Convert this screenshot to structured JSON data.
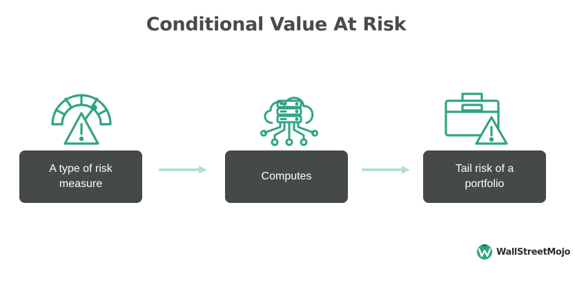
{
  "title": "Conditional Value At Risk",
  "colors": {
    "icon": "#2fa383",
    "box": "#454a49",
    "box_text": "#ffffff",
    "arrow": "#b7dcd6",
    "title": "#4a4a4a"
  },
  "steps": [
    {
      "label": "A type of risk measure",
      "icon": "gauge-warning-icon"
    },
    {
      "label": "Computes",
      "icon": "cloud-server-icon"
    },
    {
      "label": "Tail risk of a portfolio",
      "icon": "briefcase-warning-icon"
    }
  ],
  "logo": {
    "text": "WallStreetMojo",
    "icon": "wallstreetmojo-logo-icon"
  }
}
